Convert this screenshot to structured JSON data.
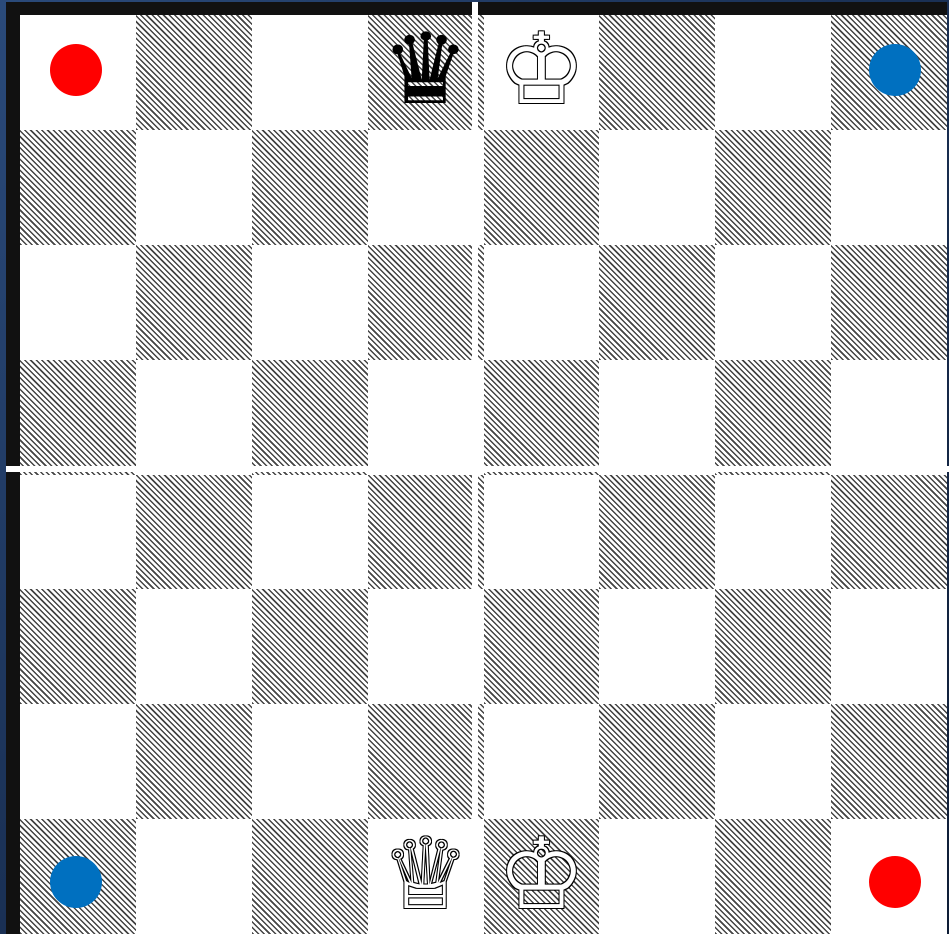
{
  "board": {
    "files": 8,
    "ranks": 8,
    "top_left_square": "light",
    "colors": {
      "light": "#ffffff",
      "dark_hatch": "#444444",
      "frame": "#111111",
      "divider": "#ffffff"
    },
    "pieces": [
      {
        "name": "black-queen",
        "glyph": "♛",
        "side": "black",
        "row": 0,
        "col": 3
      },
      {
        "name": "white-king",
        "glyph": "♔",
        "side": "white",
        "row": 0,
        "col": 4
      },
      {
        "name": "white-queen",
        "glyph": "♕",
        "side": "white",
        "row": 7,
        "col": 3
      },
      {
        "name": "white-king",
        "glyph": "♔",
        "side": "white",
        "row": 7,
        "col": 4
      }
    ],
    "highlighted_squares": [
      {
        "row": 0,
        "col": 3,
        "shade": "dark"
      },
      {
        "row": 0,
        "col": 4,
        "shade": "light"
      },
      {
        "row": 7,
        "col": 3,
        "shade": "light"
      },
      {
        "row": 7,
        "col": 4,
        "shade": "dark"
      }
    ],
    "markers": [
      {
        "name": "red-dot-top-left",
        "color": "#ff0000",
        "row": 0,
        "col": 0
      },
      {
        "name": "blue-dot-top-right",
        "color": "#0070c0",
        "row": 0,
        "col": 7
      },
      {
        "name": "blue-dot-bottom-left",
        "color": "#0070c0",
        "row": 7,
        "col": 0
      },
      {
        "name": "red-dot-bottom-right",
        "color": "#ff0000",
        "row": 7,
        "col": 7
      }
    ]
  }
}
